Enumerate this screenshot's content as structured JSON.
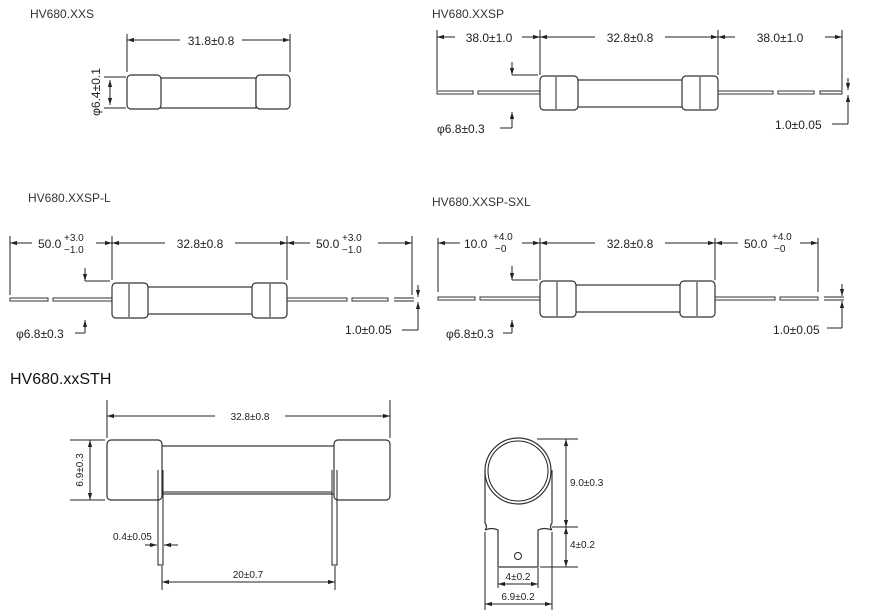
{
  "drawings": {
    "xxs": {
      "title": "HV680.XXS",
      "length": "31.8±0.8",
      "diameter": "φ6.4±0.1"
    },
    "xxsp": {
      "title": "HV680.XXSP",
      "lead_left": "38.0±1.0",
      "length": "32.8±0.8",
      "lead_right": "38.0±1.0",
      "diameter": "φ6.8±0.3",
      "lead_dia": "1.0±0.05"
    },
    "xxsp_l": {
      "title": "HV680.XXSP-L",
      "lead_left": "50.0",
      "lead_left_tol_plus": "+3.0",
      "lead_left_tol_minus": "−1.0",
      "length": "32.8±0.8",
      "lead_right": "50.0",
      "lead_right_tol_plus": "+3.0",
      "lead_right_tol_minus": "−1.0",
      "diameter": "φ6.8±0.3",
      "lead_dia": "1.0±0.05"
    },
    "xxsp_sxl": {
      "title": "HV680.XXSP-SXL",
      "lead_left": "10.0",
      "lead_left_tol_plus": "+4.0",
      "lead_left_tol_minus": "−0",
      "length": "32.8±0.8",
      "lead_right": "50.0",
      "lead_right_tol_plus": "+4.0",
      "lead_right_tol_minus": "−0",
      "diameter": "φ6.8±0.3",
      "lead_dia": "1.0±0.05"
    },
    "xxsth": {
      "title": "HV680.xxSTH",
      "length": "32.8±0.8",
      "height": "6.9±0.3",
      "pin_thickness": "0.4±0.05",
      "pin_spacing": "20±0.7"
    },
    "xxsth_end": {
      "height": "9.0±0.3",
      "tab_height": "4±0.2",
      "tab_width": "4±0.2",
      "width": "6.9±0.2"
    }
  }
}
